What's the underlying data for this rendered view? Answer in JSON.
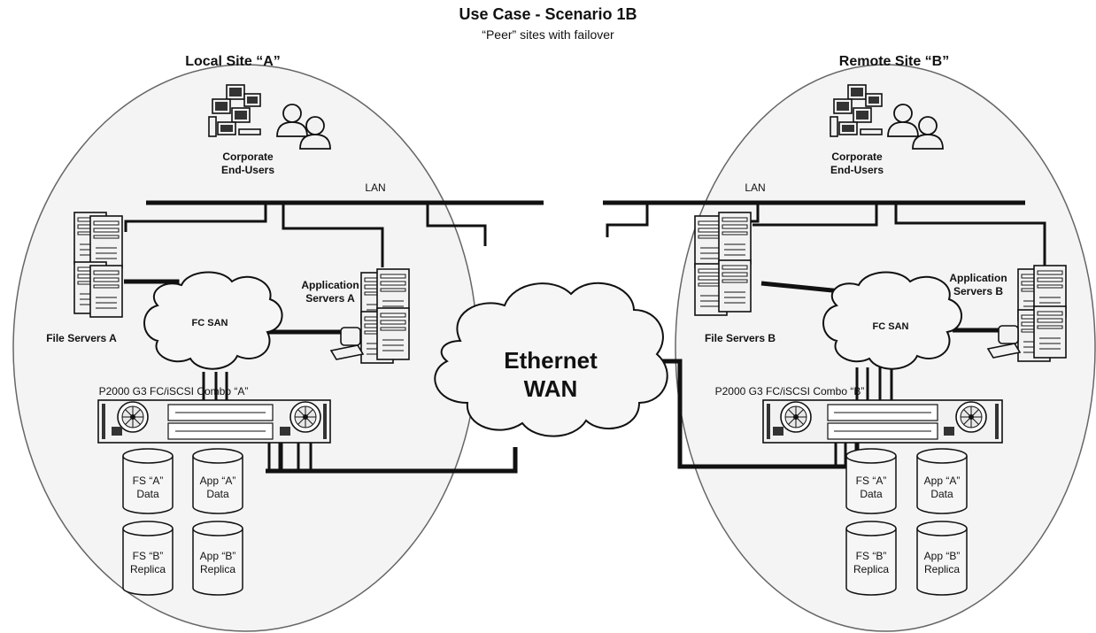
{
  "title": "Use Case - Scenario 1B",
  "subtitle": "“Peer” sites with failover",
  "wan_label_line1": "Ethernet",
  "wan_label_line2": "WAN",
  "sites": [
    {
      "name": "Local Site “A”",
      "users_line1": "Corporate",
      "users_line2": "End-Users",
      "lan_label": "LAN",
      "file_servers_label": "File Servers A",
      "san_label": "FC SAN",
      "app_servers_line1": "Application",
      "app_servers_line2": "Servers A",
      "array_label": "P2000 G3 FC/iSCSI Combo “A”",
      "volumes": [
        {
          "line1": "FS “A”",
          "line2": "Data"
        },
        {
          "line1": "App “A”",
          "line2": "Data"
        },
        {
          "line1": "FS “B”",
          "line2": "Replica"
        },
        {
          "line1": "App “B”",
          "line2": "Replica"
        }
      ]
    },
    {
      "name": "Remote Site “B”",
      "users_line1": "Corporate",
      "users_line2": "End-Users",
      "lan_label": "LAN",
      "file_servers_label": "File Servers B",
      "san_label": "FC SAN",
      "app_servers_line1": "Application",
      "app_servers_line2": "Servers B",
      "array_label": "P2000 G3 FC/iSCSI Combo “B”",
      "volumes": [
        {
          "line1": "FS “A”",
          "line2": "Data"
        },
        {
          "line1": "App “A”",
          "line2": "Data"
        },
        {
          "line1": "FS “B”",
          "line2": "Replica"
        },
        {
          "line1": "App “B”",
          "line2": "Replica"
        }
      ]
    }
  ]
}
